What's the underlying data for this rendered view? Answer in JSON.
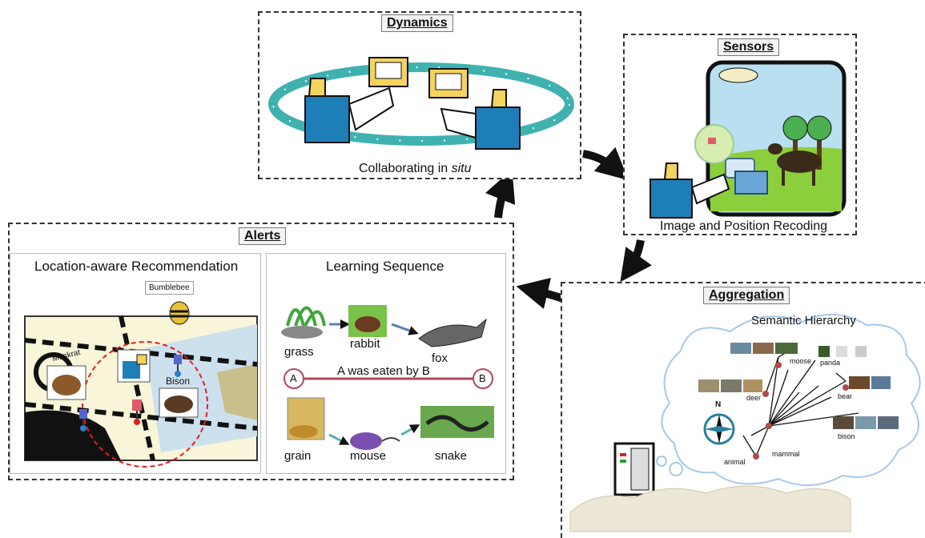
{
  "panels": {
    "dynamics": {
      "title": "Dynamics",
      "caption_prefix": "Collaborating in ",
      "caption_italic": "situ"
    },
    "sensors": {
      "title": "Sensors",
      "caption": "Image and Position Recoding"
    },
    "alerts": {
      "title": "Alerts",
      "location": {
        "title": "Location-aware Recommendation",
        "tags": [
          "Bumblebee",
          "Muskrat",
          "Bison"
        ]
      },
      "learning": {
        "title": "Learning Sequence",
        "row1": [
          "grass",
          "rabbit",
          "fox"
        ],
        "relation": {
          "a": "A",
          "b": "B",
          "text": "A was eaten by B"
        },
        "row2": [
          "grain",
          "mouse",
          "snake"
        ]
      }
    },
    "aggregation": {
      "title": "Aggregation",
      "hierarchy_title": "Semantic Hierarchy",
      "compass_letter": "N",
      "nodes": [
        "moose",
        "panda",
        "deer",
        "bear",
        "bison",
        "mammal",
        "animal"
      ]
    }
  }
}
